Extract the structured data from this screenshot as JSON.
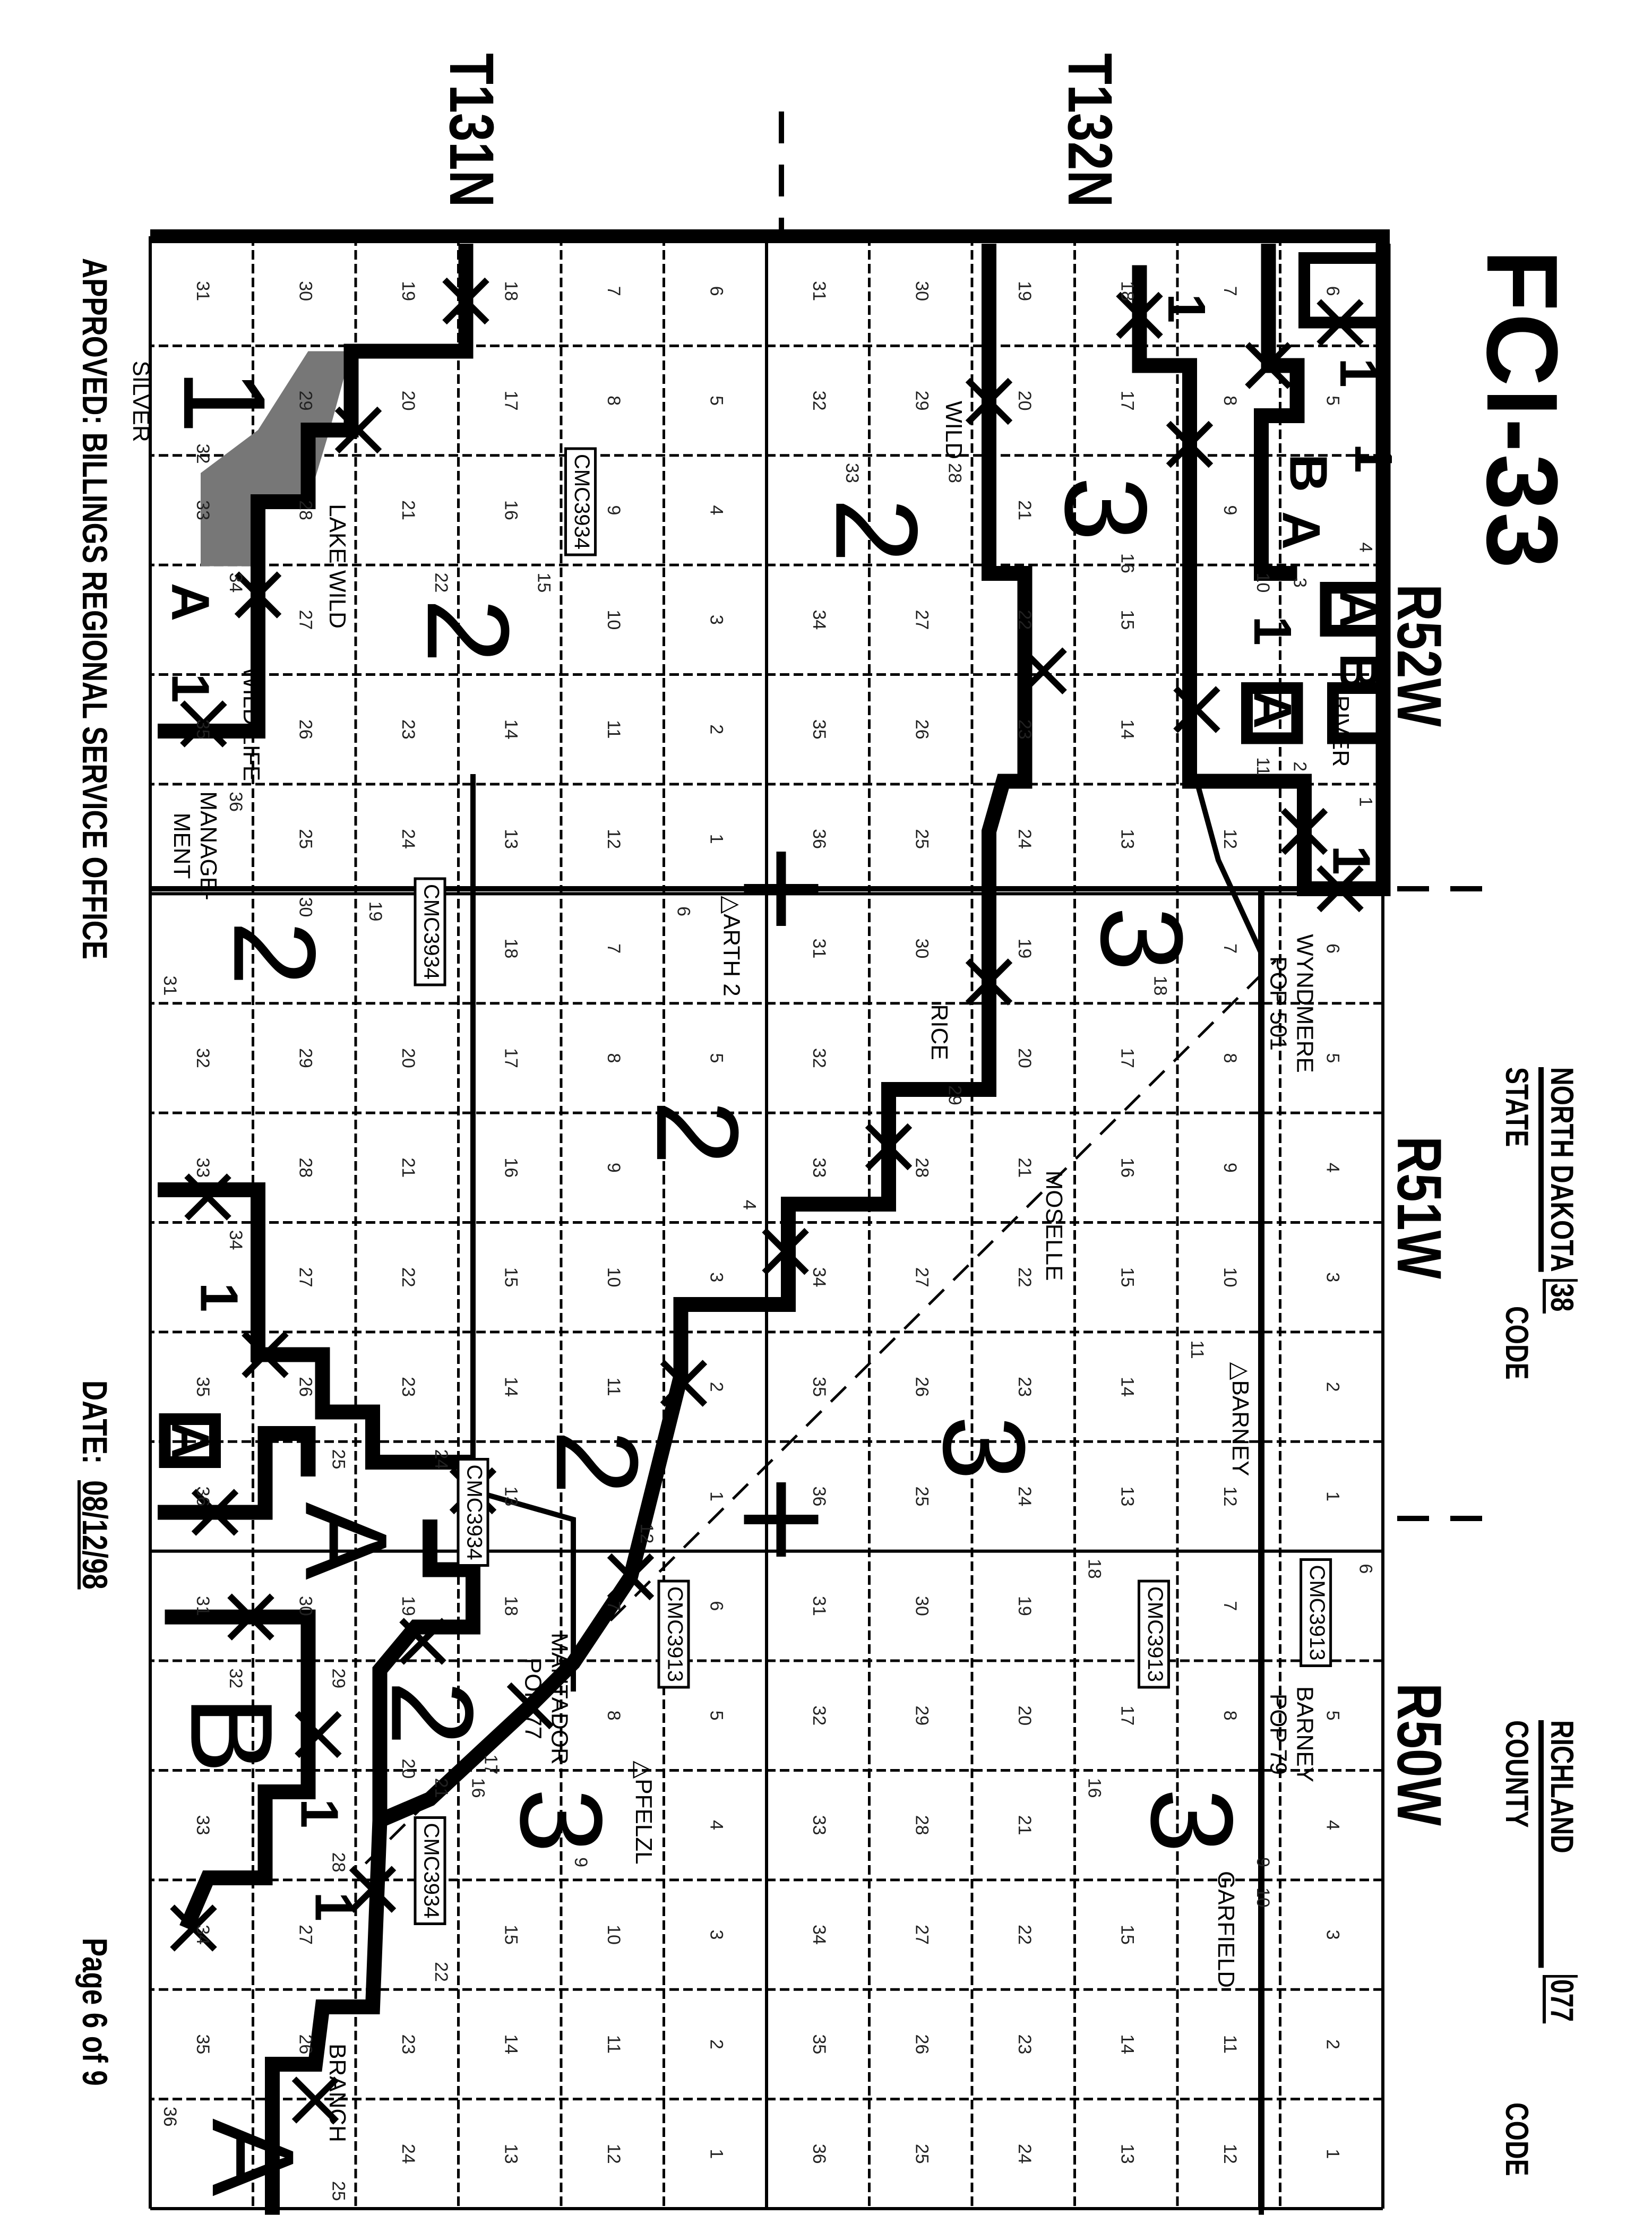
{
  "header": {
    "title": "FCI-33",
    "state_name": "NORTH DAKOTA",
    "state_label": "STATE",
    "state_code_label": "CODE",
    "state_code": "38",
    "county_name": "RICHLAND",
    "county_label": "COUNTY",
    "county_code_label": "CODE",
    "county_code": "077"
  },
  "ranges": [
    "R52W",
    "R51W",
    "R50W"
  ],
  "townships": [
    "T132N",
    "T131N"
  ],
  "section_numbering": [
    [
      6,
      5,
      4,
      3,
      2,
      1
    ],
    [
      7,
      8,
      9,
      10,
      11,
      12
    ],
    [
      18,
      17,
      16,
      15,
      14,
      13
    ],
    [
      19,
      20,
      21,
      22,
      23,
      24
    ],
    [
      30,
      29,
      28,
      27,
      26,
      25
    ],
    [
      31,
      32,
      33,
      34,
      35,
      36
    ]
  ],
  "zone_labels": [
    "3",
    "2",
    "2",
    "1",
    "3",
    "2",
    "2",
    "3",
    "2",
    "A",
    "B",
    "A",
    "3",
    "3",
    "2",
    "1",
    "1",
    "B",
    "1",
    "A",
    "1",
    "A",
    "1",
    "A",
    "B",
    "A",
    "1",
    "1",
    "A",
    "1",
    "1"
  ],
  "places": [
    {
      "name": "WYNDMERE",
      "sub": "POP 501"
    },
    {
      "name": "MOSELLE",
      "sub": ""
    },
    {
      "name": "BARNEY",
      "sub": "POP 79"
    },
    {
      "name": "MANTADOR",
      "sub": "POP 77"
    },
    {
      "name": "GARFIELD",
      "sub": ""
    },
    {
      "name": "△PFELZL",
      "sub": ""
    },
    {
      "name": "△ARTH 2",
      "sub": ""
    },
    {
      "name": "△BARNEY",
      "sub": ""
    },
    {
      "name": "SILVER",
      "sub": ""
    },
    {
      "name": "MANAGE-",
      "sub": "MENT"
    },
    {
      "name": "RIVER",
      "sub": ""
    },
    {
      "name": "WILD",
      "sub": ""
    },
    {
      "name": "RICE",
      "sub": ""
    },
    {
      "name": "LAKE WILD",
      "sub": ""
    },
    {
      "name": "WILD LIFE",
      "sub": ""
    },
    {
      "name": "BRANCH",
      "sub": ""
    }
  ],
  "map_codes": [
    "CMC3934",
    "CMC3934",
    "CMC3934",
    "CMC3934",
    "CMC3913",
    "CMC3913",
    "CMC3913"
  ],
  "footer": {
    "approved": "APPROVED:  BILLINGS REGIONAL SERVICE OFFICE",
    "date_label": "DATE:",
    "date": "08/12/98",
    "page": "Page 6 of 9"
  }
}
